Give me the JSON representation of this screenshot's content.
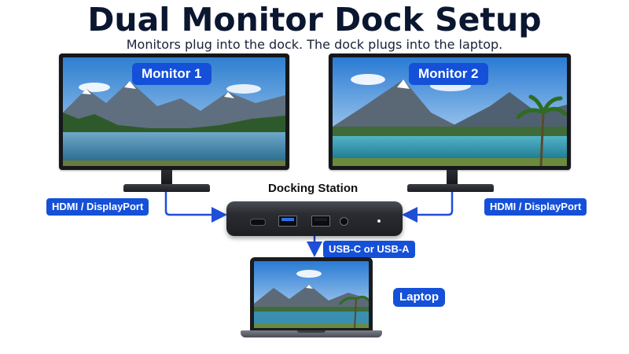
{
  "header": {
    "title": "Dual Monitor Dock Setup",
    "subtitle": "Monitors plug into the dock. The dock plugs into the laptop."
  },
  "monitors": [
    {
      "label": "Monitor 1",
      "connection": "HDMI / DisplayPort"
    },
    {
      "label": "Monitor 2",
      "connection": "HDMI / DisplayPort"
    }
  ],
  "dock": {
    "label": "Docking Station",
    "ports": [
      "usb-c-port",
      "usb-a-port-blue",
      "usb-a-port",
      "audio-jack",
      "power-led"
    ]
  },
  "laptop": {
    "label": "Laptop",
    "connection": "USB-C or USB-A"
  },
  "colors": {
    "accent": "#1550d8",
    "cable": "#1f4fd6",
    "title": "#0b1730"
  }
}
